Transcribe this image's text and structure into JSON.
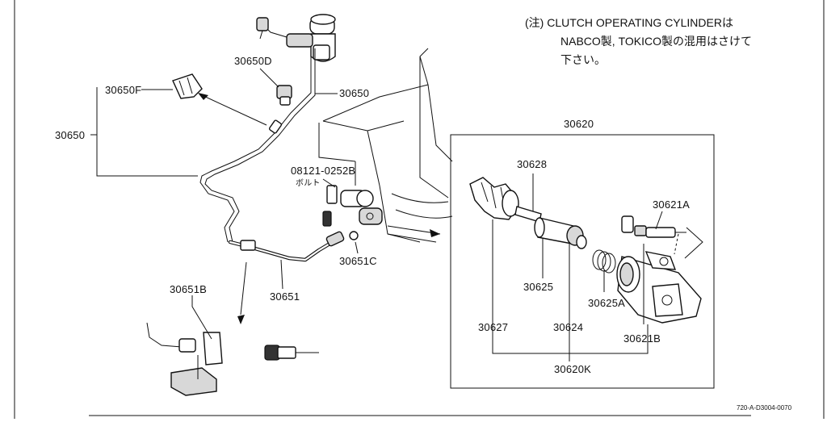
{
  "note": {
    "line1": "(注) CLUTCH OPERATING CYLINDERは",
    "line2": "NABCO製, TOKICO製の混用はさけて",
    "line3": "下さい。"
  },
  "labels": {
    "p30650F": "30650F",
    "p30650D": "30650D",
    "p30650_top": "30650",
    "p30650_left": "30650",
    "p08121": "08121-0252B",
    "bolt": "ボルト",
    "p30651C": "30651C",
    "p30651": "30651",
    "p30651B": "30651B",
    "p30620": "30620",
    "p30628": "30628",
    "p30621A": "30621A",
    "p30625": "30625",
    "p30625A": "30625A",
    "p30627": "30627",
    "p30624": "30624",
    "p30621B": "30621B",
    "p30620K": "30620K"
  },
  "reference": "720-A-D3004-0070"
}
